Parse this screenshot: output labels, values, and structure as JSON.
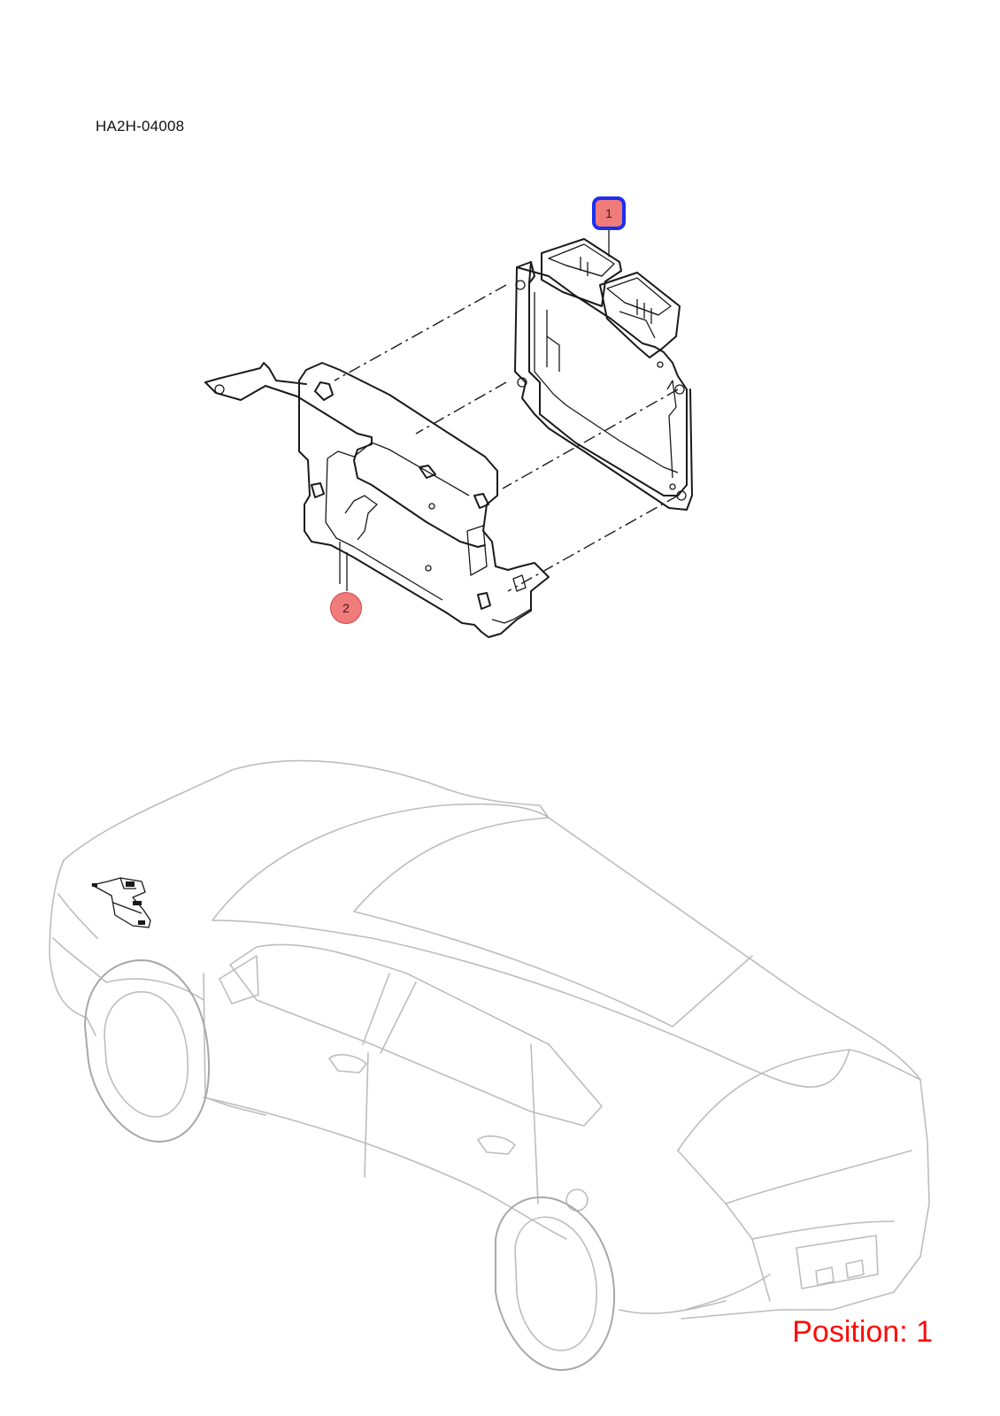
{
  "diagram": {
    "code": "HA2H-04008"
  },
  "callouts": [
    {
      "label": "1",
      "selected": true
    },
    {
      "label": "2",
      "selected": false
    }
  ],
  "position": {
    "text": "Position: 1"
  },
  "colors": {
    "callout_fill": "#f07b7b",
    "callout_selected_border": "#1a2ff0",
    "position_text": "#ff0a0a",
    "car_outline": "#bdbdbd"
  }
}
